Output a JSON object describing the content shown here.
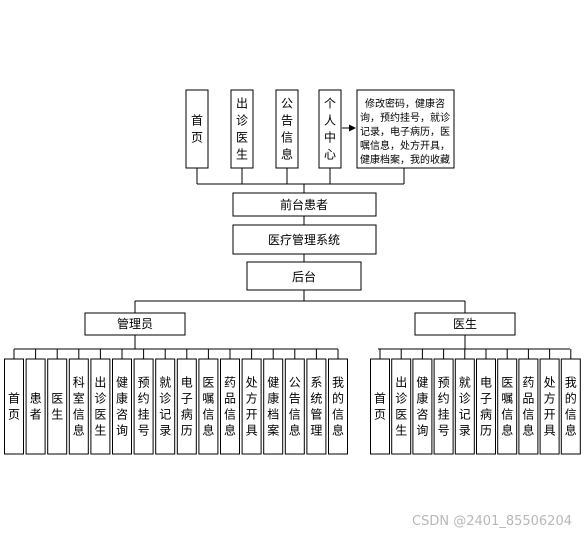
{
  "front": {
    "items": [
      "首页",
      "出诊医生",
      "公告信息",
      "个人中心"
    ],
    "personal_center_features": [
      "修改密码，健康咨",
      "询，预约挂号，就诊",
      "记录，电子病历，医",
      "嘱信息，处方开具，",
      "健康档案，我的收藏"
    ],
    "patient_label": "前台患者"
  },
  "system": {
    "name": "医疗管理系统",
    "backend_label": "后台"
  },
  "admin": {
    "label": "管理员",
    "items": [
      "首页",
      "患者",
      "医生",
      "科室信息",
      "出诊医生",
      "健康咨询",
      "预约挂号",
      "就诊记录",
      "电子病历",
      "医嘱信息",
      "药品信息",
      "处方开具",
      "健康档案",
      "公告信息",
      "系统管理",
      "我的信息"
    ]
  },
  "doctor": {
    "label": "医生",
    "items": [
      "首页",
      "出诊医生",
      "健康咨询",
      "预约挂号",
      "就诊记录",
      "电子病历",
      "医嘱信息",
      "药品信息",
      "处方开具",
      "我的信息"
    ]
  },
  "watermark": "CSDN @2401_85506204"
}
